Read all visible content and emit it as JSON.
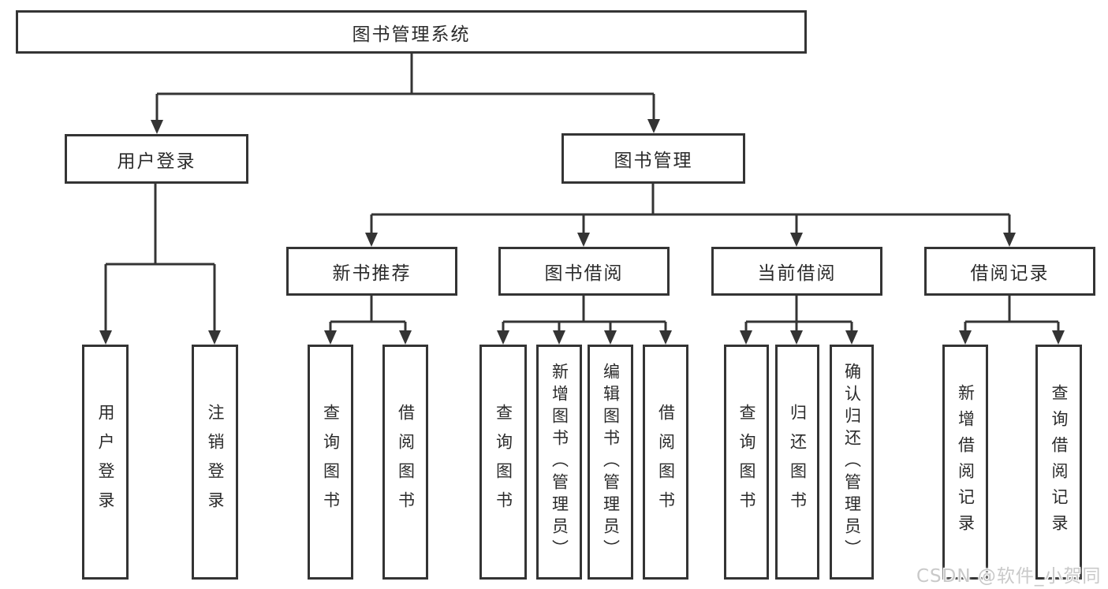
{
  "colors": {
    "line": "#343434",
    "ink": "#2b2b2b",
    "bg": "#ffffff",
    "watermark": "#c9c9c9"
  },
  "tree": {
    "root": {
      "label": "图书管理系统"
    },
    "level2": [
      {
        "label": "用户登录"
      },
      {
        "label": "图书管理"
      }
    ],
    "level3": [
      {
        "label": "新书推荐",
        "parent": "图书管理"
      },
      {
        "label": "图书借阅",
        "parent": "图书管理"
      },
      {
        "label": "当前借阅",
        "parent": "图书管理"
      },
      {
        "label": "借阅记录",
        "parent": "图书管理"
      }
    ],
    "leaves": [
      {
        "label": "用户登录",
        "parent": "用户登录"
      },
      {
        "label": "注销登录",
        "parent": "用户登录"
      },
      {
        "label": "查询图书",
        "parent": "新书推荐"
      },
      {
        "label": "借阅图书",
        "parent": "新书推荐"
      },
      {
        "label": "查询图书",
        "parent": "图书借阅"
      },
      {
        "label": "新增图书（管理员）",
        "parent": "图书借阅"
      },
      {
        "label": "编辑图书（管理员）",
        "parent": "图书借阅"
      },
      {
        "label": "借阅图书",
        "parent": "图书借阅"
      },
      {
        "label": "查询图书",
        "parent": "当前借阅"
      },
      {
        "label": "归还图书",
        "parent": "当前借阅"
      },
      {
        "label": "确认归还（管理员）",
        "parent": "当前借阅"
      },
      {
        "label": "新增借阅记录",
        "parent": "借阅记录"
      },
      {
        "label": "查询借阅记录",
        "parent": "借阅记录"
      }
    ]
  },
  "watermark": "CSDN @软件_小贺同学"
}
